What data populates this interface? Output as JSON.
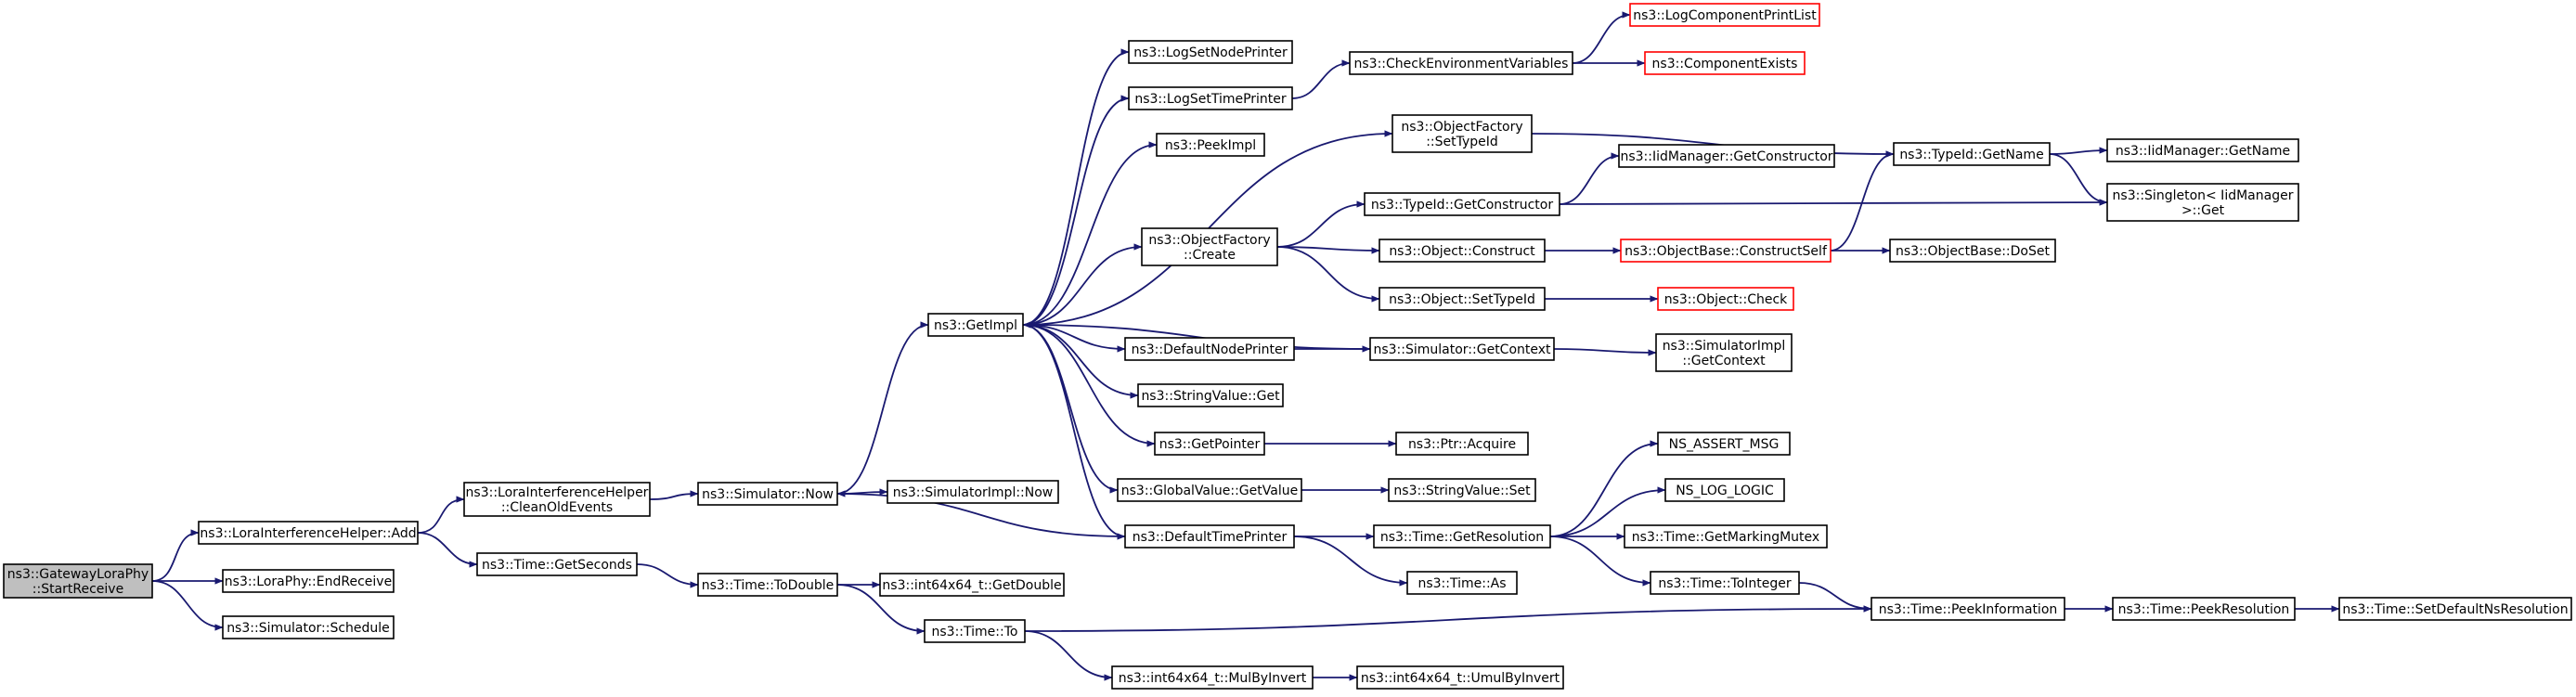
{
  "nodes": [
    {
      "id": "gw",
      "lines": [
        "ns3::GatewayLoraPhy",
        "::StartReceive"
      ],
      "style": "root"
    },
    {
      "id": "lih_add",
      "lines": [
        "ns3::LoraInterferenceHelper::Add"
      ],
      "style": "normal"
    },
    {
      "id": "lp_end",
      "lines": [
        "ns3::LoraPhy::EndReceive"
      ],
      "style": "normal"
    },
    {
      "id": "sim_sched",
      "lines": [
        "ns3::Simulator::Schedule"
      ],
      "style": "normal"
    },
    {
      "id": "lih_clean",
      "lines": [
        "ns3::LoraInterferenceHelper",
        "::CleanOldEvents"
      ],
      "style": "normal"
    },
    {
      "id": "time_getsec",
      "lines": [
        "ns3::Time::GetSeconds"
      ],
      "style": "normal"
    },
    {
      "id": "sim_now",
      "lines": [
        "ns3::Simulator::Now"
      ],
      "style": "normal"
    },
    {
      "id": "simimpl_now",
      "lines": [
        "ns3::SimulatorImpl::Now"
      ],
      "style": "normal"
    },
    {
      "id": "time_todouble",
      "lines": [
        "ns3::Time::ToDouble"
      ],
      "style": "normal"
    },
    {
      "id": "int64_getdouble",
      "lines": [
        "ns3::int64x64_t::GetDouble"
      ],
      "style": "normal"
    },
    {
      "id": "time_to",
      "lines": [
        "ns3::Time::To"
      ],
      "style": "normal"
    },
    {
      "id": "int64_mulbyinv",
      "lines": [
        "ns3::int64x64_t::MulByInvert"
      ],
      "style": "normal"
    },
    {
      "id": "int64_umulbyinv",
      "lines": [
        "ns3::int64x64_t::UmulByInvert"
      ],
      "style": "normal"
    },
    {
      "id": "getimpl",
      "lines": [
        "ns3::GetImpl"
      ],
      "style": "normal"
    },
    {
      "id": "logsetnode",
      "lines": [
        "ns3::LogSetNodePrinter"
      ],
      "style": "normal"
    },
    {
      "id": "logsettime",
      "lines": [
        "ns3::LogSetTimePrinter"
      ],
      "style": "normal"
    },
    {
      "id": "peekimpl",
      "lines": [
        "ns3::PeekImpl"
      ],
      "style": "normal"
    },
    {
      "id": "of_create",
      "lines": [
        "ns3::ObjectFactory",
        "::Create"
      ],
      "style": "normal"
    },
    {
      "id": "defnodeprinter",
      "lines": [
        "ns3::DefaultNodePrinter"
      ],
      "style": "normal"
    },
    {
      "id": "strval_get",
      "lines": [
        "ns3::StringValue::Get"
      ],
      "style": "normal"
    },
    {
      "id": "getpointer",
      "lines": [
        "ns3::GetPointer"
      ],
      "style": "normal"
    },
    {
      "id": "gv_getvalue",
      "lines": [
        "ns3::GlobalValue::GetValue"
      ],
      "style": "normal"
    },
    {
      "id": "deftimeprinter",
      "lines": [
        "ns3::DefaultTimePrinter"
      ],
      "style": "normal"
    },
    {
      "id": "checkenv",
      "lines": [
        "ns3::CheckEnvironmentVariables"
      ],
      "style": "normal"
    },
    {
      "id": "of_settypeid",
      "lines": [
        "ns3::ObjectFactory",
        "::SetTypeId"
      ],
      "style": "normal"
    },
    {
      "id": "typeid_getctor",
      "lines": [
        "ns3::TypeId::GetConstructor"
      ],
      "style": "normal"
    },
    {
      "id": "obj_construct",
      "lines": [
        "ns3::Object::Construct"
      ],
      "style": "normal"
    },
    {
      "id": "obj_settypeid",
      "lines": [
        "ns3::Object::SetTypeId"
      ],
      "style": "normal"
    },
    {
      "id": "sim_getcontext",
      "lines": [
        "ns3::Simulator::GetContext"
      ],
      "style": "normal"
    },
    {
      "id": "ptr_acquire",
      "lines": [
        "ns3::Ptr::Acquire"
      ],
      "style": "normal"
    },
    {
      "id": "strval_set",
      "lines": [
        "ns3::StringValue::Set"
      ],
      "style": "normal"
    },
    {
      "id": "time_getres",
      "lines": [
        "ns3::Time::GetResolution"
      ],
      "style": "normal"
    },
    {
      "id": "time_as",
      "lines": [
        "ns3::Time::As"
      ],
      "style": "normal"
    },
    {
      "id": "logcompprint",
      "lines": [
        "ns3::LogComponentPrintList"
      ],
      "style": "red"
    },
    {
      "id": "compexists",
      "lines": [
        "ns3::ComponentExists"
      ],
      "style": "red"
    },
    {
      "id": "iidmgr_getctor",
      "lines": [
        "ns3::IidManager::GetConstructor"
      ],
      "style": "normal"
    },
    {
      "id": "objbase_construct",
      "lines": [
        "ns3::ObjectBase::ConstructSelf"
      ],
      "style": "red"
    },
    {
      "id": "obj_check",
      "lines": [
        "ns3::Object::Check"
      ],
      "style": "red"
    },
    {
      "id": "simimpl_getcontext",
      "lines": [
        "ns3::SimulatorImpl",
        "::GetContext"
      ],
      "style": "normal"
    },
    {
      "id": "ns_assert",
      "lines": [
        "NS_ASSERT_MSG"
      ],
      "style": "normal"
    },
    {
      "id": "ns_log_logic",
      "lines": [
        "NS_LOG_LOGIC"
      ],
      "style": "normal"
    },
    {
      "id": "time_getmarking",
      "lines": [
        "ns3::Time::GetMarkingMutex"
      ],
      "style": "normal"
    },
    {
      "id": "time_tointeger",
      "lines": [
        "ns3::Time::ToInteger"
      ],
      "style": "normal"
    },
    {
      "id": "typeid_getname",
      "lines": [
        "ns3::TypeId::GetName"
      ],
      "style": "normal"
    },
    {
      "id": "singleton_get",
      "lines": [
        "ns3::Singleton< IidManager",
        ">::Get"
      ],
      "style": "normal"
    },
    {
      "id": "objbase_doset",
      "lines": [
        "ns3::ObjectBase::DoSet"
      ],
      "style": "normal"
    },
    {
      "id": "time_peekinfo",
      "lines": [
        "ns3::Time::PeekInformation"
      ],
      "style": "normal"
    },
    {
      "id": "iidmgr_getname",
      "lines": [
        "ns3::IidManager::GetName"
      ],
      "style": "normal"
    },
    {
      "id": "time_peekres",
      "lines": [
        "ns3::Time::PeekResolution"
      ],
      "style": "normal"
    },
    {
      "id": "time_setdefns",
      "lines": [
        "ns3::Time::SetDefaultNsResolution"
      ],
      "style": "normal"
    }
  ],
  "edges": [
    [
      "gw",
      "lih_add"
    ],
    [
      "gw",
      "lp_end"
    ],
    [
      "gw",
      "sim_sched"
    ],
    [
      "lih_add",
      "lih_clean"
    ],
    [
      "lih_add",
      "time_getsec"
    ],
    [
      "lih_clean",
      "sim_now"
    ],
    [
      "sim_now",
      "simimpl_now"
    ],
    [
      "sim_now",
      "getimpl"
    ],
    [
      "time_getsec",
      "time_todouble"
    ],
    [
      "time_todouble",
      "int64_getdouble"
    ],
    [
      "time_todouble",
      "time_to"
    ],
    [
      "time_to",
      "int64_mulbyinv"
    ],
    [
      "time_to",
      "time_peekinfo"
    ],
    [
      "int64_mulbyinv",
      "int64_umulbyinv"
    ],
    [
      "getimpl",
      "logsetnode"
    ],
    [
      "getimpl",
      "logsettime"
    ],
    [
      "getimpl",
      "peekimpl"
    ],
    [
      "getimpl",
      "of_settypeid"
    ],
    [
      "getimpl",
      "of_create"
    ],
    [
      "getimpl",
      "defnodeprinter"
    ],
    [
      "getimpl",
      "strval_get"
    ],
    [
      "getimpl",
      "getpointer"
    ],
    [
      "getimpl",
      "gv_getvalue"
    ],
    [
      "getimpl",
      "deftimeprinter"
    ],
    [
      "logsettime",
      "checkenv"
    ],
    [
      "checkenv",
      "logcompprint"
    ],
    [
      "checkenv",
      "compexists"
    ],
    [
      "of_settypeid",
      "typeid_getname"
    ],
    [
      "of_create",
      "typeid_getctor"
    ],
    [
      "of_create",
      "obj_construct"
    ],
    [
      "of_create",
      "obj_settypeid"
    ],
    [
      "typeid_getctor",
      "iidmgr_getctor"
    ],
    [
      "typeid_getctor",
      "singleton_get"
    ],
    [
      "obj_construct",
      "objbase_construct"
    ],
    [
      "objbase_construct",
      "typeid_getname"
    ],
    [
      "objbase_construct",
      "objbase_doset"
    ],
    [
      "obj_settypeid",
      "obj_check"
    ],
    [
      "defnodeprinter",
      "sim_getcontext"
    ],
    [
      "sim_getcontext",
      "getimpl"
    ],
    [
      "sim_getcontext",
      "simimpl_getcontext"
    ],
    [
      "getpointer",
      "ptr_acquire"
    ],
    [
      "gv_getvalue",
      "strval_set"
    ],
    [
      "deftimeprinter",
      "sim_now"
    ],
    [
      "deftimeprinter",
      "time_getres"
    ],
    [
      "deftimeprinter",
      "time_as"
    ],
    [
      "time_getres",
      "ns_assert"
    ],
    [
      "time_getres",
      "ns_log_logic"
    ],
    [
      "time_getres",
      "time_getmarking"
    ],
    [
      "time_getres",
      "time_tointeger"
    ],
    [
      "time_tointeger",
      "time_peekinfo"
    ],
    [
      "typeid_getname",
      "iidmgr_getname"
    ],
    [
      "typeid_getname",
      "singleton_get"
    ],
    [
      "time_peekinfo",
      "time_peekres"
    ],
    [
      "time_peekres",
      "time_setdefns"
    ]
  ],
  "colors": {
    "edge": "#191970",
    "node_border": "#000000",
    "red_border": "#ff0000",
    "root_fill": "#bfbfbf"
  }
}
